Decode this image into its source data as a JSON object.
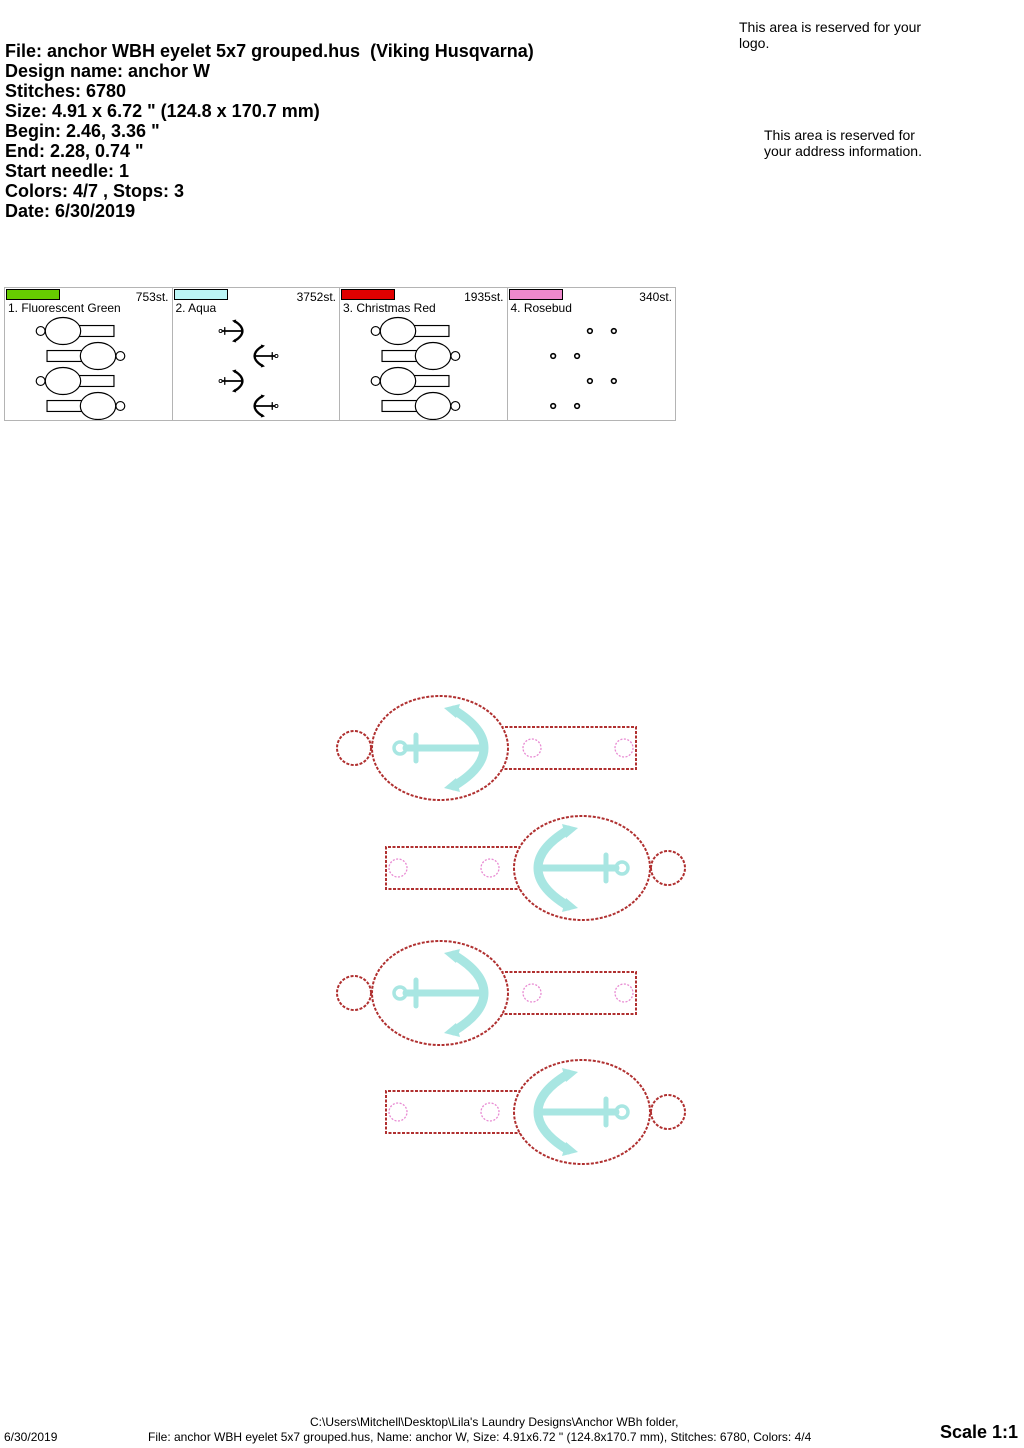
{
  "info": {
    "file": "File: anchor WBH eyelet 5x7 grouped.hus  (Viking Husqvarna)",
    "design_name": "Design name: anchor W",
    "stitches": "Stitches: 6780",
    "size": "Size: 4.91 x 6.72 \" (124.8 x 170.7 mm)",
    "begin": "Begin: 2.46, 3.36 \"",
    "end": "End: 2.28, 0.74 \"",
    "start_needle": "Start needle: 1",
    "colors": "Colors: 4/7 , Stops: 3",
    "date": "Date: 6/30/2019"
  },
  "notes": {
    "logo": "This area is reserved for your logo.",
    "address": "This area is reserved for your address information."
  },
  "palette": [
    {
      "name": "1. Fluorescent Green",
      "count": "753st.",
      "color": "#66cc00",
      "thumb": "outline"
    },
    {
      "name": "2. Aqua",
      "count": "3752st.",
      "color": "#bbf5f5",
      "thumb": "anchor"
    },
    {
      "name": "3. Christmas Red",
      "count": "1935st.",
      "color": "#e00000",
      "thumb": "outline"
    },
    {
      "name": "4. Rosebud",
      "count": "340st.",
      "color": "#ee88cc",
      "thumb": "dots"
    }
  ],
  "design_colors": {
    "outline": "#b03030",
    "anchor": "#a8e6e2",
    "eyelet": "#e88ad2"
  },
  "footer": {
    "date": "6/30/2019",
    "path": "C:\\Users\\Mitchell\\Desktop\\Lila's Laundry Designs\\Anchor WBh folder,",
    "details": "File: anchor WBH eyelet 5x7 grouped.hus, Name: anchor W, Size: 4.91x6.72 \" (124.8x170.7 mm), Stitches: 6780, Colors: 4/4",
    "scale": "Scale 1:1"
  }
}
